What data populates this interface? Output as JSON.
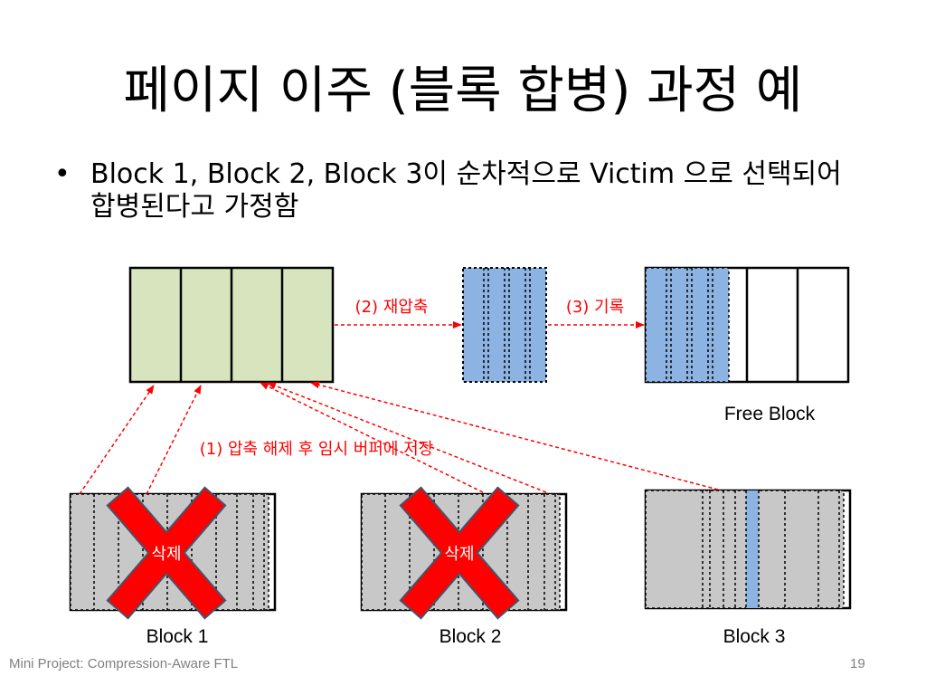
{
  "slide": {
    "title": "페이지 이주 (블록 합병) 과정 예",
    "bullet_marker": "•",
    "bullet": "Block 1, Block 2, Block 3이 순차적으로 Victim 으로 선택되어 합병된다고 가정함",
    "footer_left": "Mini Project: Compression-Aware FTL",
    "page_number": "19"
  },
  "diagram": {
    "step1_label": "(1) 압축 해제 후 임시 버퍼에 저장",
    "step2_label": "(2) 재압축",
    "step3_label": "(3) 기록",
    "free_block_label": "Free Block",
    "block1_label": "Block 1",
    "block2_label": "Block 2",
    "block3_label": "Block 3",
    "delete_label": "삭제",
    "colors": {
      "buffer_fill": "#d7e4bd",
      "compressed_fill": "#8db3e2",
      "block_fill": "#c8c8c8",
      "arrow": "#ff0000",
      "cross": "#ff0000"
    }
  }
}
